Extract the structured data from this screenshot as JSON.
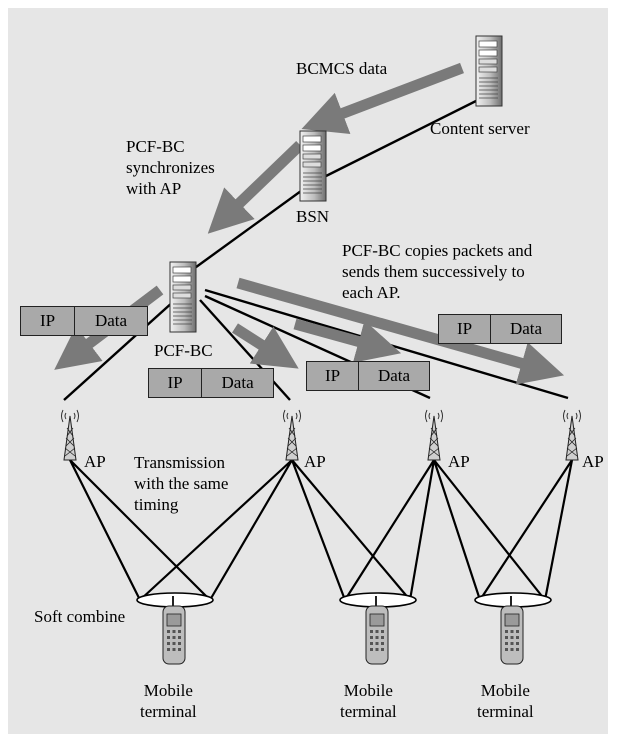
{
  "labels": {
    "bcmcs_data": "BCMCS data",
    "content_server": "Content server",
    "pcf_sync": "PCF-BC\nsynchronizes\nwith AP",
    "bsn": "BSN",
    "pcf_copies": "PCF-BC copies packets and\nsends them successively to\neach AP.",
    "pcf_bc": "PCF-BC",
    "ap": "AP",
    "transmission": "Transmission\nwith the same\ntiming",
    "soft_combine": "Soft combine",
    "mobile_terminal": "Mobile\nterminal"
  },
  "packets": [
    {
      "ip": "IP",
      "data": "Data"
    },
    {
      "ip": "IP",
      "data": "Data"
    },
    {
      "ip": "IP",
      "data": "Data"
    },
    {
      "ip": "IP",
      "data": "Data"
    }
  ],
  "colors": {
    "panel": "#e6e6e6",
    "arrow": "#7a7a7a",
    "packet_fill": "#a9a9a9",
    "line": "#000000"
  }
}
